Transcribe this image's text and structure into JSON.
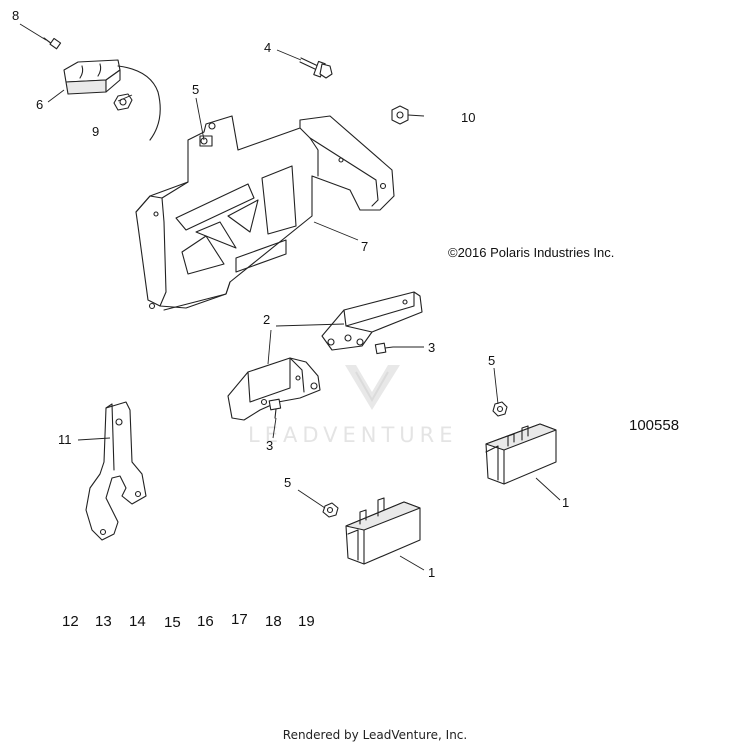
{
  "diagram": {
    "copyright": "©2016  Polaris Industries Inc.",
    "drawing_number": "100558",
    "watermark": "LEADVENTURE",
    "callouts": {
      "c1a": "1",
      "c1b": "1",
      "c2": "2",
      "c3a": "3",
      "c3b": "3",
      "c4": "4",
      "c5a": "5",
      "c5b": "5",
      "c5c": "5",
      "c6": "6",
      "c7": "7",
      "c8": "8",
      "c9": "9",
      "c10": "10",
      "c11": "11"
    },
    "unshown_parts": [
      "12",
      "13",
      "14",
      "15",
      "16",
      "17",
      "18",
      "19"
    ]
  },
  "footer": {
    "text": "Rendered by LeadVenture, Inc."
  }
}
